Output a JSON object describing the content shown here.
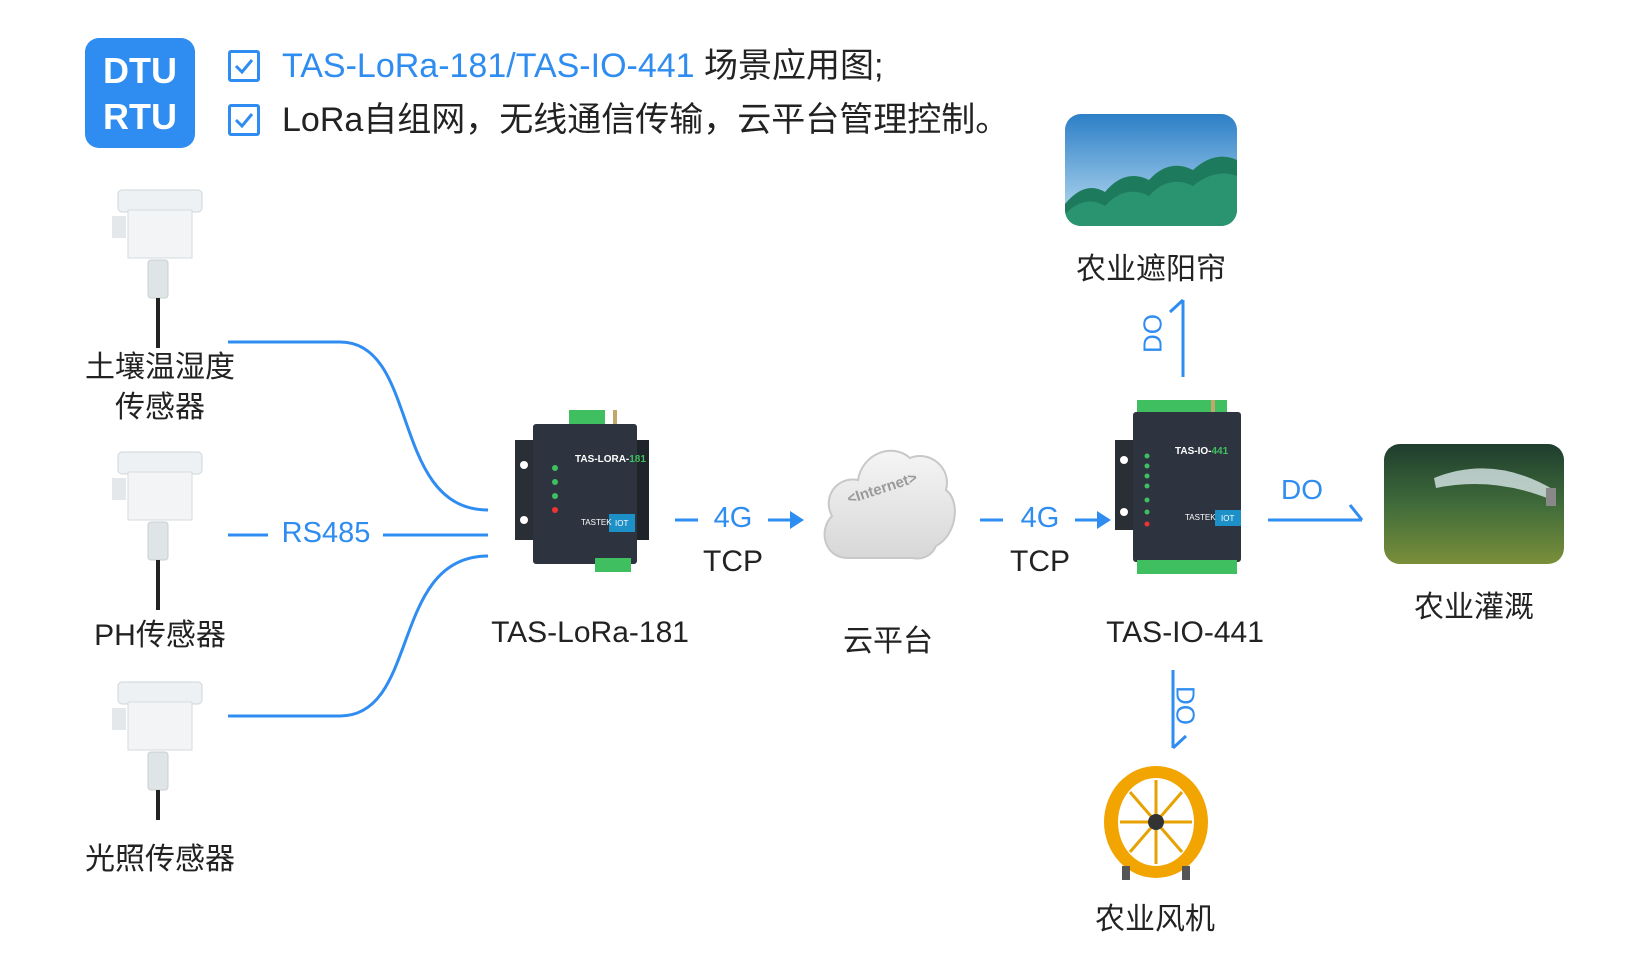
{
  "badge": {
    "line1": "DTU",
    "line2": "RTU"
  },
  "bullets": [
    {
      "highlight": "TAS-LoRa-181/TAS-IO-441",
      "rest": " 场景应用图;"
    },
    {
      "highlight": "",
      "rest": "LoRa自组网，无线通信传输，云平台管理控制。"
    }
  ],
  "sensors": [
    {
      "line1": "土壤温湿度",
      "line2": "传感器"
    },
    {
      "line1": "PH传感器",
      "line2": ""
    },
    {
      "line1": "光照传感器",
      "line2": ""
    }
  ],
  "protocol_label": "RS485",
  "lora_device": {
    "label": "TAS-LoRa-181",
    "panel_title": "TAS-LORA-",
    "panel_model": "181",
    "brand": "TASTEK",
    "tag": "IOT"
  },
  "cloud": {
    "label": "云平台",
    "text": "<Internet>"
  },
  "link1": {
    "top": "4G",
    "bottom": "TCP"
  },
  "link2": {
    "top": "4G",
    "bottom": "TCP"
  },
  "io_device": {
    "label": "TAS-IO-441",
    "panel_title": "TAS-IO-",
    "panel_model": "441",
    "brand": "TASTEK",
    "tag": "IOT"
  },
  "outputs": {
    "shade": {
      "label": "农业遮阳帘",
      "signal": "DO"
    },
    "irrigation": {
      "label": "农业灌溉",
      "signal": "DO"
    },
    "fan": {
      "label": "农业风机",
      "signal": "DO"
    }
  },
  "colors": {
    "accent": "#2f8cf0",
    "device": "#2d3440",
    "terminal": "#3fbf5f",
    "fan": "#f2a400"
  }
}
